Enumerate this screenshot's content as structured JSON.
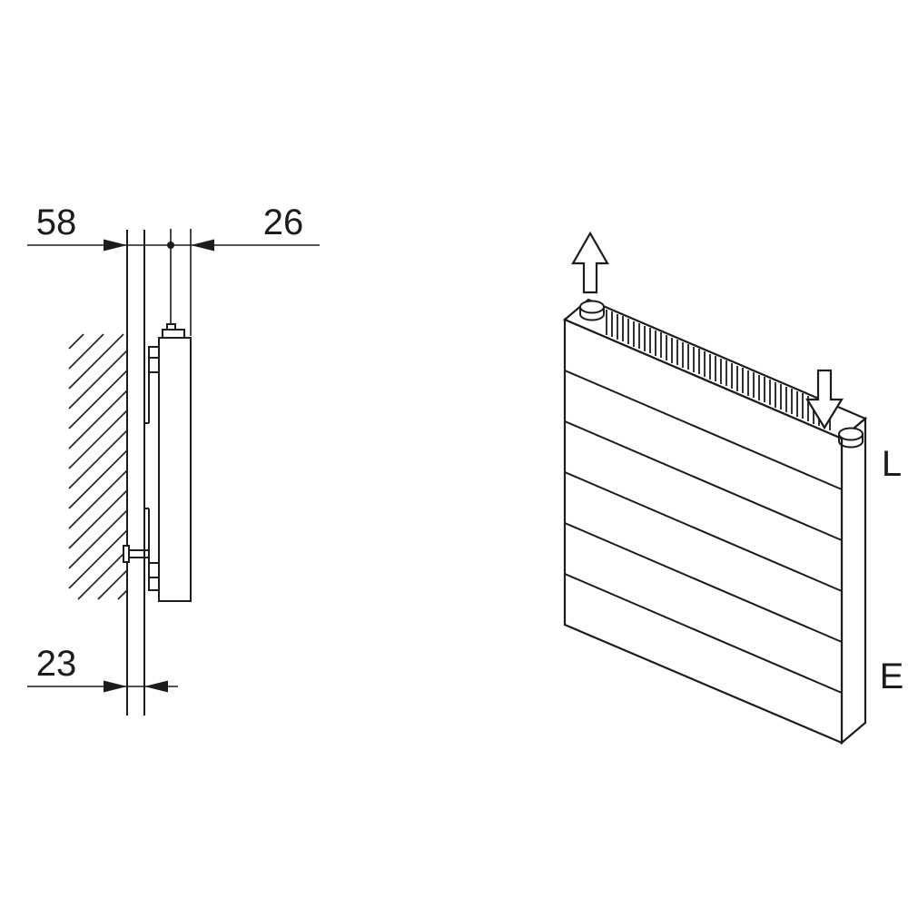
{
  "colors": {
    "line": "#1c1c1c",
    "background": "#ffffff"
  },
  "side_view": {
    "dim_top_left": "58",
    "dim_top_right": "26",
    "dim_bottom": "23"
  },
  "iso_view": {
    "outlet_label": "L",
    "inlet_label": "E"
  }
}
